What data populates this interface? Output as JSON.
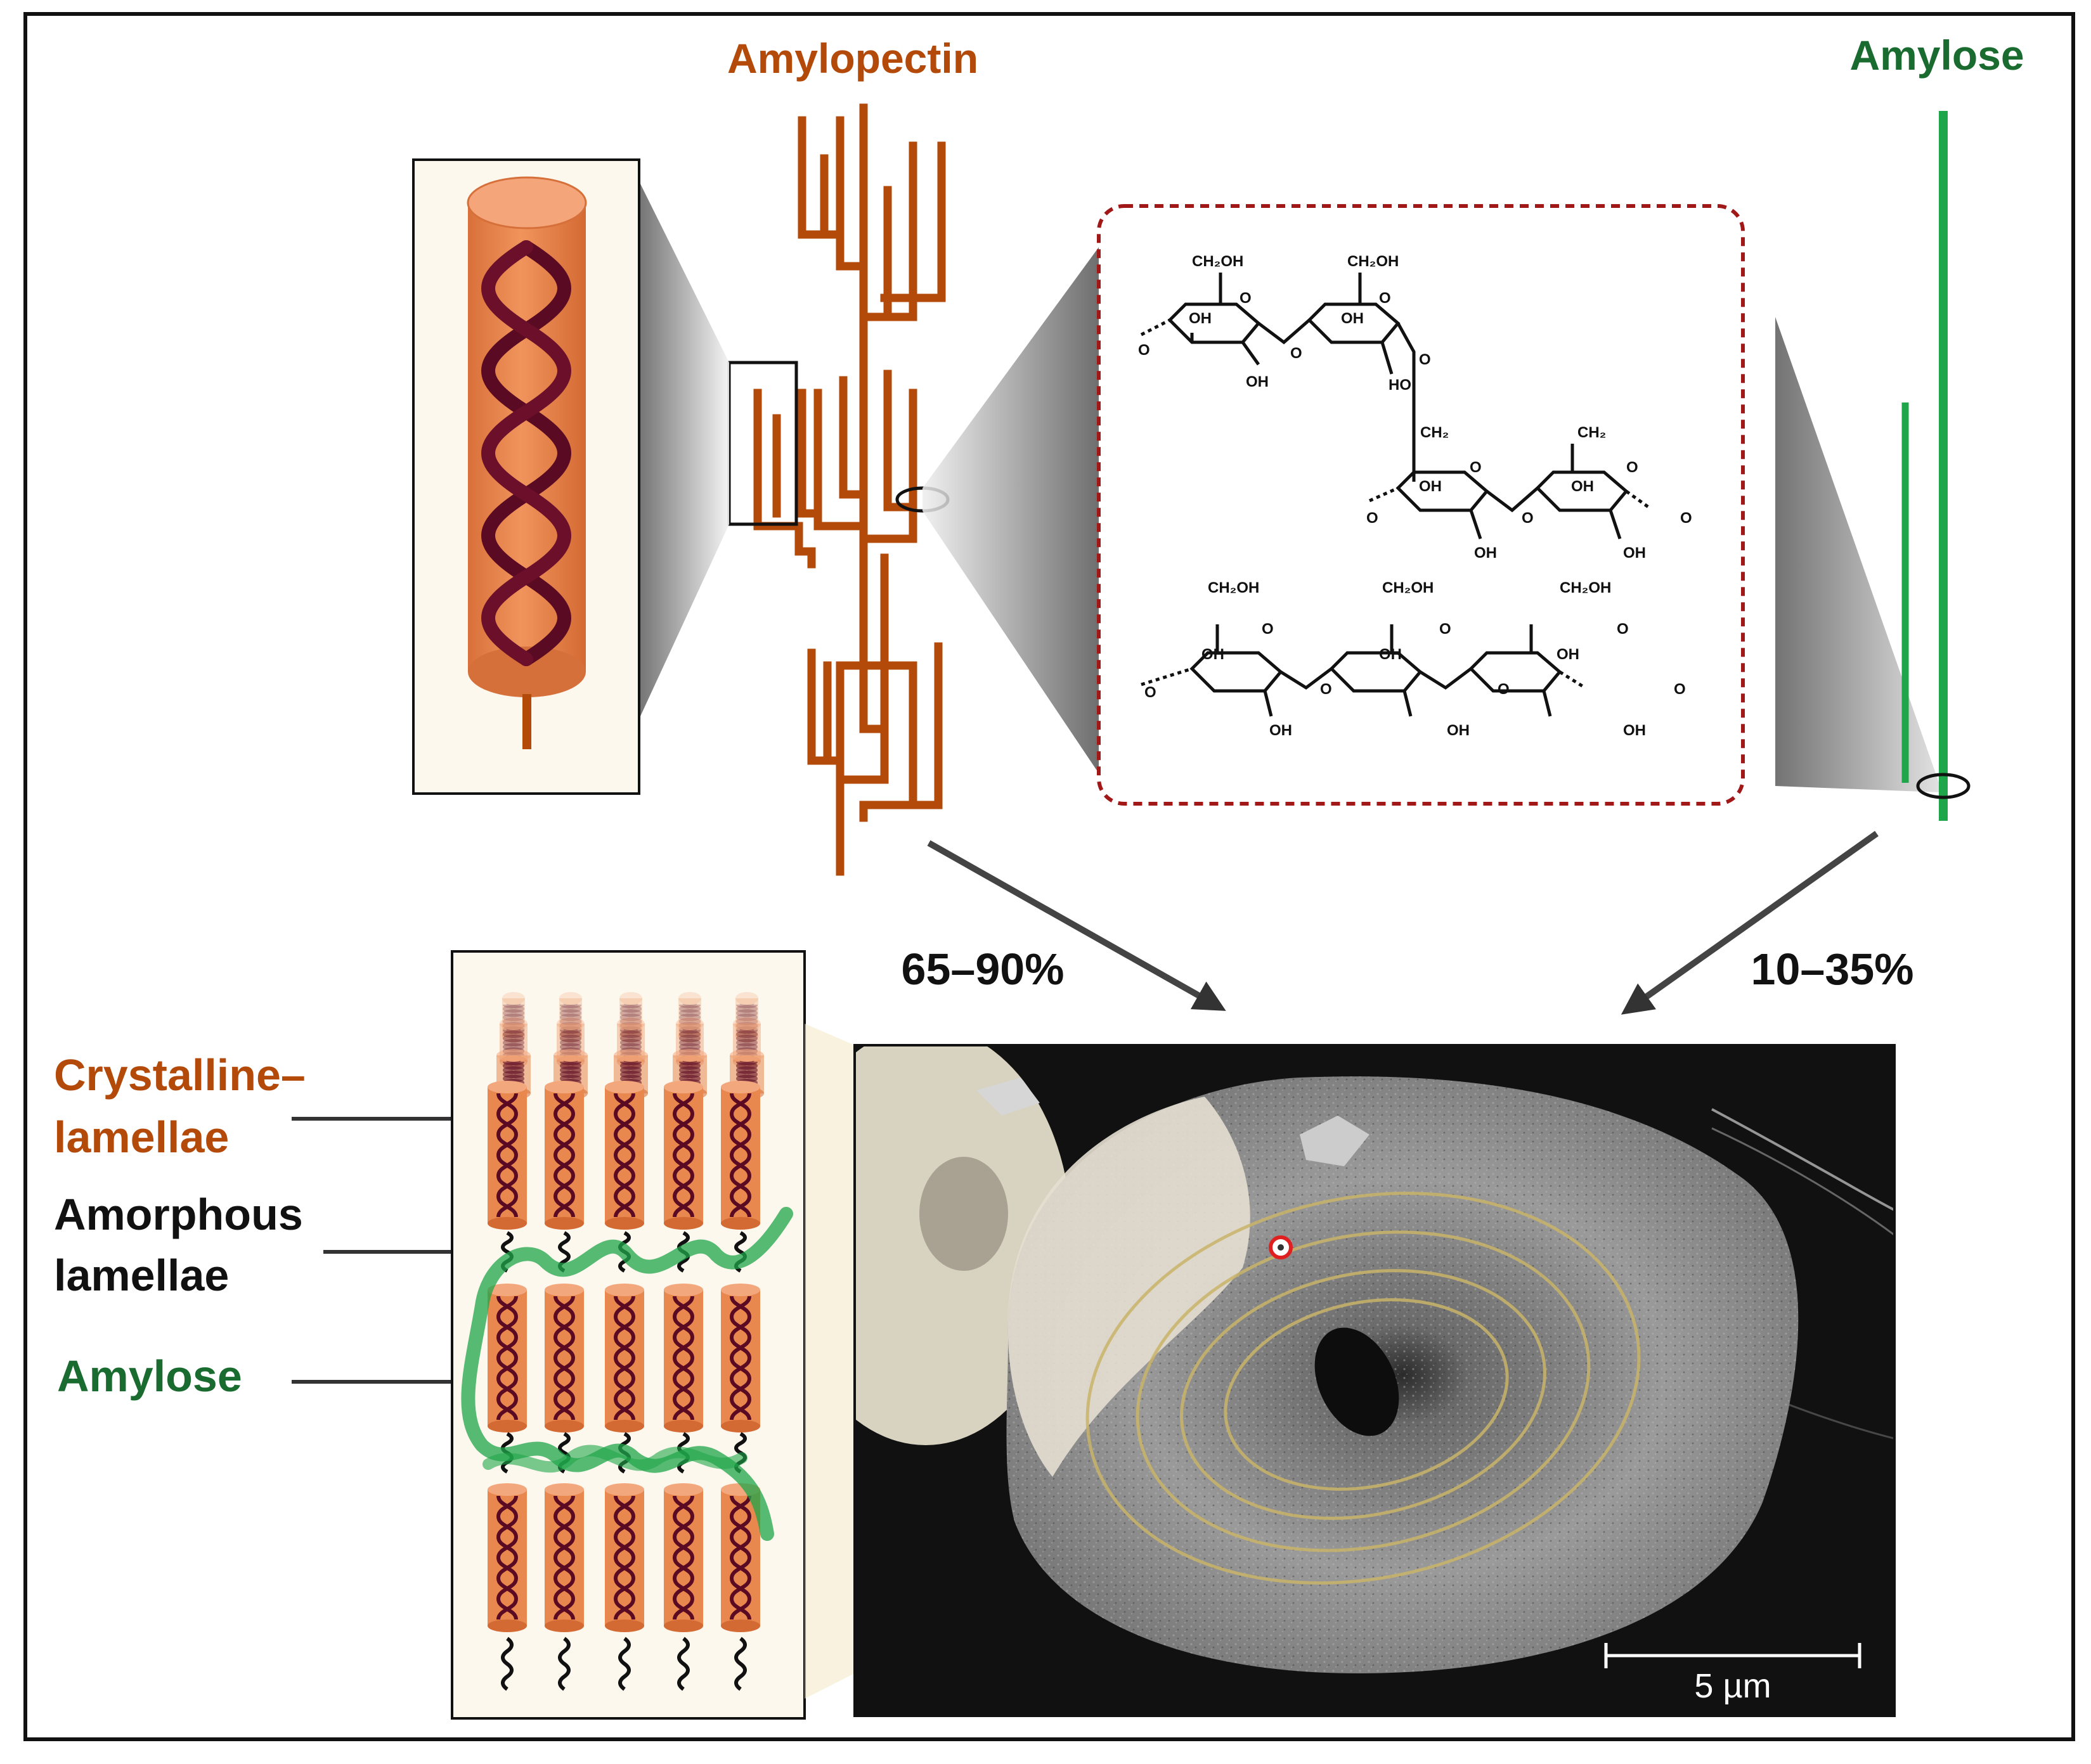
{
  "labels": {
    "amylopectin": "Amylopectin",
    "amylose_top": "Amylose",
    "pct_amylopectin": "65–90%",
    "pct_amylose": "10–35%",
    "crystalline_line1": "Crystalline–",
    "crystalline_line2": "lamellae",
    "amorphous_line1": "Amorphous",
    "amorphous_line2": "lamellae",
    "amylose_side": "Amylose",
    "scale_bar": "5 µm"
  },
  "chemistry": {
    "ch2oh": "CH₂OH",
    "ch2": "CH₂",
    "oh": "OH",
    "ho": "HO",
    "o": "O"
  },
  "colors": {
    "amylopectin": "#b34a0a",
    "amylose": "#1a6b2f",
    "amylose_line": "#1fa64a",
    "helix": "#5a0a22",
    "cylinder": "#e8874e",
    "dashed_box": "#a01818",
    "text_dark": "#111111"
  }
}
